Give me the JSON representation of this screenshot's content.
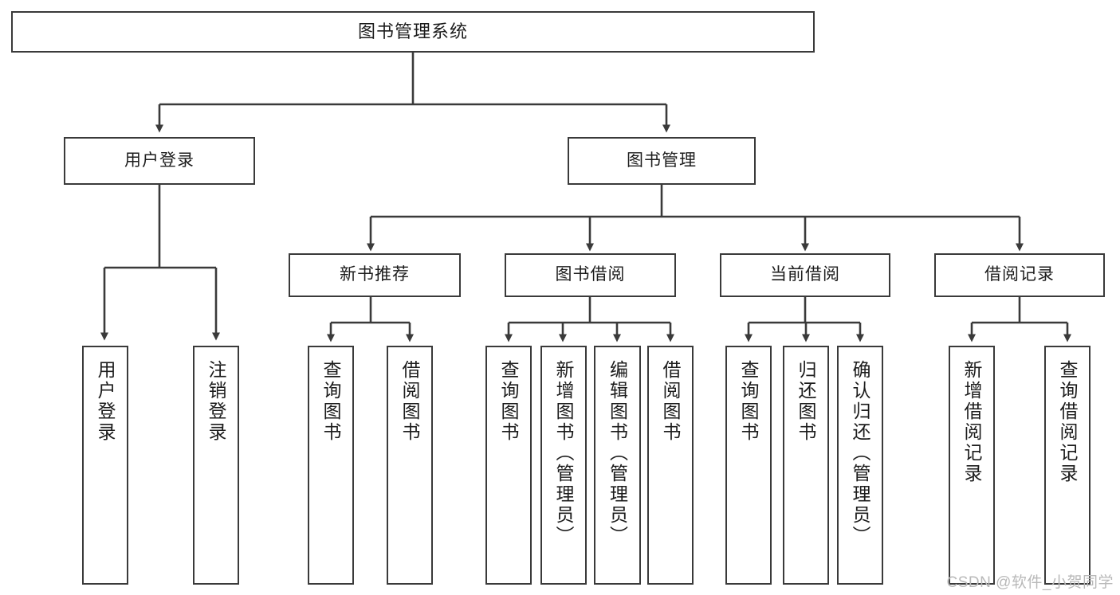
{
  "diagram": {
    "title": "图书管理系统",
    "type": "tree-hierarchy",
    "root": {
      "label": "图书管理系统"
    },
    "level2": [
      {
        "label": "用户登录"
      },
      {
        "label": "图书管理"
      }
    ],
    "level3": [
      {
        "label": "新书推荐"
      },
      {
        "label": "图书借阅"
      },
      {
        "label": "当前借阅"
      },
      {
        "label": "借阅记录"
      }
    ],
    "leaves": {
      "user_login": [
        {
          "label": "用户登录"
        },
        {
          "label": "注销登录"
        }
      ],
      "new_book_recommend": [
        {
          "label": "查询图书"
        },
        {
          "label": "借阅图书"
        }
      ],
      "book_borrow": [
        {
          "label": "查询图书"
        },
        {
          "label": "新增图书（管理员）"
        },
        {
          "label": "编辑图书（管理员）"
        },
        {
          "label": "借阅图书"
        }
      ],
      "current_borrow": [
        {
          "label": "查询图书"
        },
        {
          "label": "归还图书"
        },
        {
          "label": "确认归还（管理员）"
        }
      ],
      "borrow_record": [
        {
          "label": "新增借阅记录"
        },
        {
          "label": "查询借阅记录"
        }
      ]
    }
  },
  "watermark": {
    "text": "CSDN @软件_小贺同学"
  },
  "colors": {
    "stroke": "#3a3a3a",
    "fill": "#ffffff",
    "text": "#1c1c1c",
    "watermark": "#b9b9b9"
  }
}
